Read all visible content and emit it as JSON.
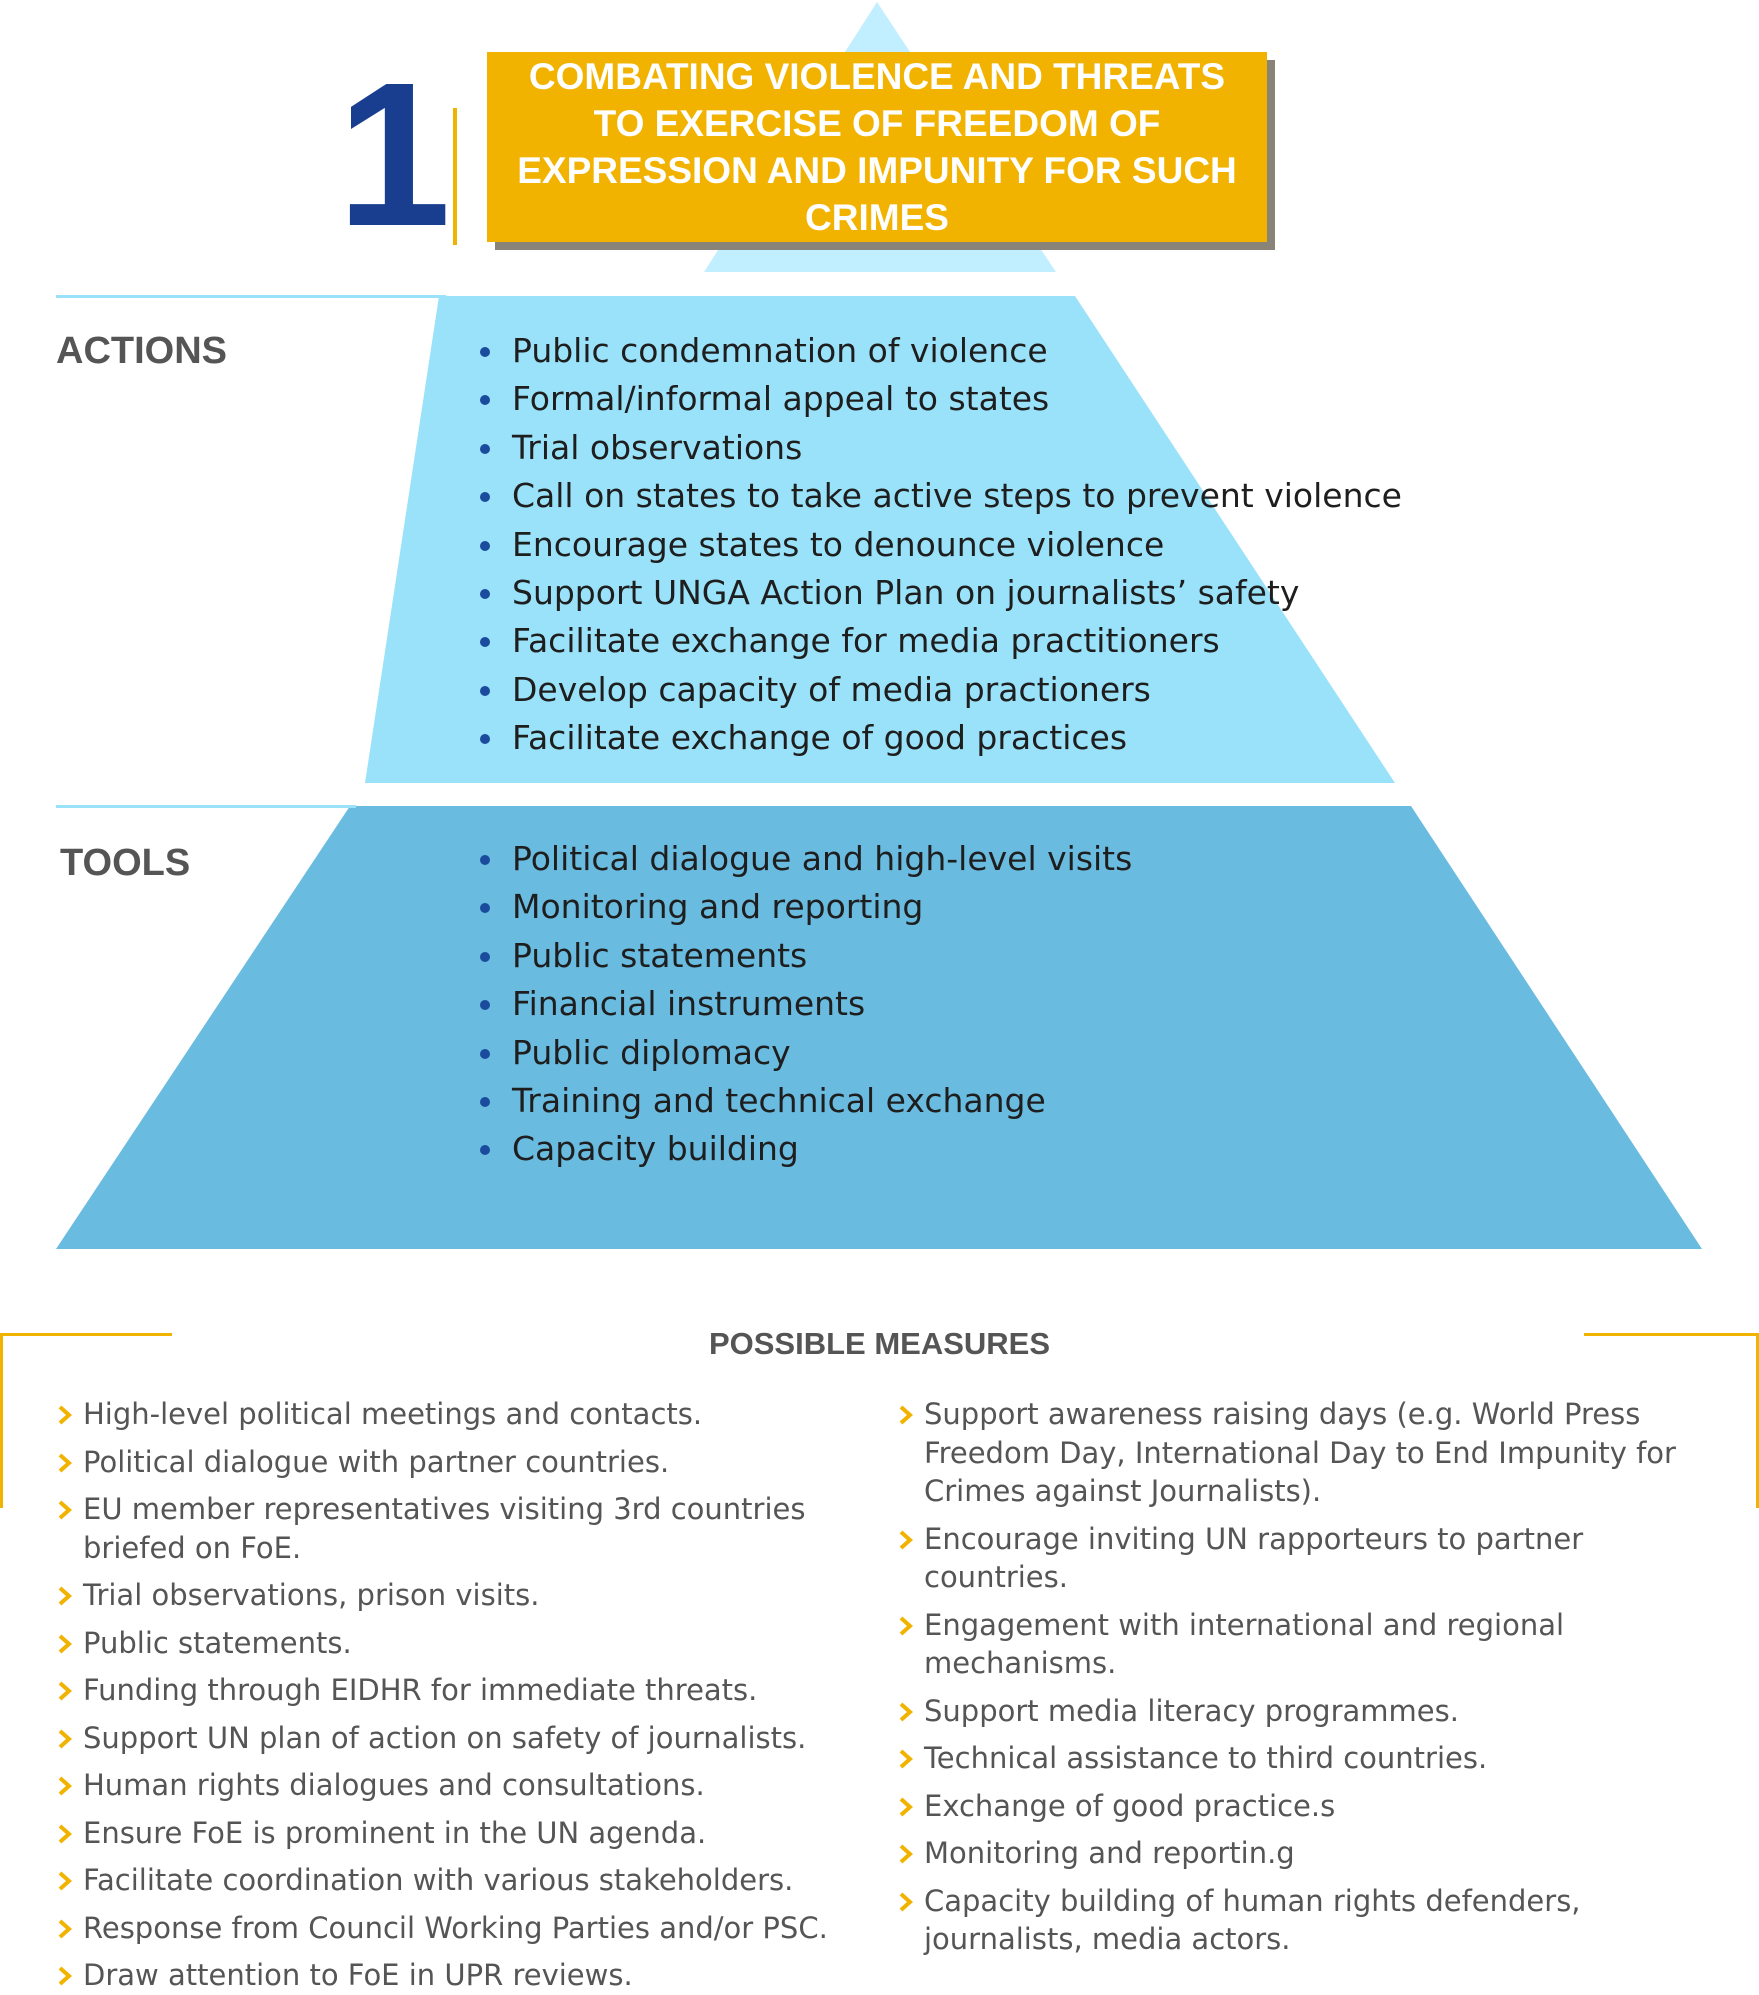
{
  "title": {
    "number": "1",
    "heading": "COMBATING VIOLENCE AND THREATS TO EXERCISE OF FREEDOM OF EXPRESSION AND IMPUNITY FOR SUCH CRIMES"
  },
  "actions": {
    "label": "ACTIONS",
    "items": [
      "Public condemnation of violence",
      "Formal/informal appeal to states",
      "Trial observations",
      "Call on states to take active steps to prevent violence",
      "Encourage states to denounce violence",
      "Support UNGA Action Plan on journalists’ safety",
      "Facilitate exchange for media practitioners",
      "Develop capacity of media practioners",
      "Facilitate exchange of good practices"
    ]
  },
  "tools": {
    "label": "TOOLS",
    "items": [
      "Political dialogue and high-level visits",
      "Monitoring and reporting",
      "Public statements",
      "Financial instruments",
      "Public diplomacy",
      "Training and technical exchange",
      "Capacity building"
    ]
  },
  "measures": {
    "title": "POSSIBLE MEASURES",
    "left": [
      "High-level political meetings and contacts.",
      "Political dialogue with partner countries.",
      "EU member representatives visiting 3rd countries briefed on FoE.",
      "Trial observations, prison visits.",
      "Public statements.",
      "Funding through EIDHR for immediate threats.",
      "Support UN plan of action on safety of journalists.",
      "Human rights dialogues and consultations.",
      "Ensure FoE is prominent in the UN agenda.",
      "Facilitate coordination with various stakeholders.",
      "Response from Council Working Parties and/or PSC.",
      "Draw attention to FoE in UPR reviews."
    ],
    "right": [
      "Support awareness raising days (e.g. World Press Freedom Day, International Day to End Impunity for Crimes against Journalists).",
      "Encourage inviting UN rapporteurs to partner countries.",
      "Engagement with international and regional mechanisms.",
      "Support media literacy programmes.",
      "Technical assistance to third countries.",
      "Exchange of good practice.s",
      "Monitoring and reportin.g",
      "Capacity building of human rights defenders, journalists, media actors."
    ]
  },
  "colors": {
    "pyramid_top": "#c2efff",
    "pyramid_middle": "#9ae2f9",
    "pyramid_bottom": "#6abbe0",
    "accent": "#f2b300",
    "number": "#1a3e8f",
    "bullet": "#1a4b9c"
  }
}
